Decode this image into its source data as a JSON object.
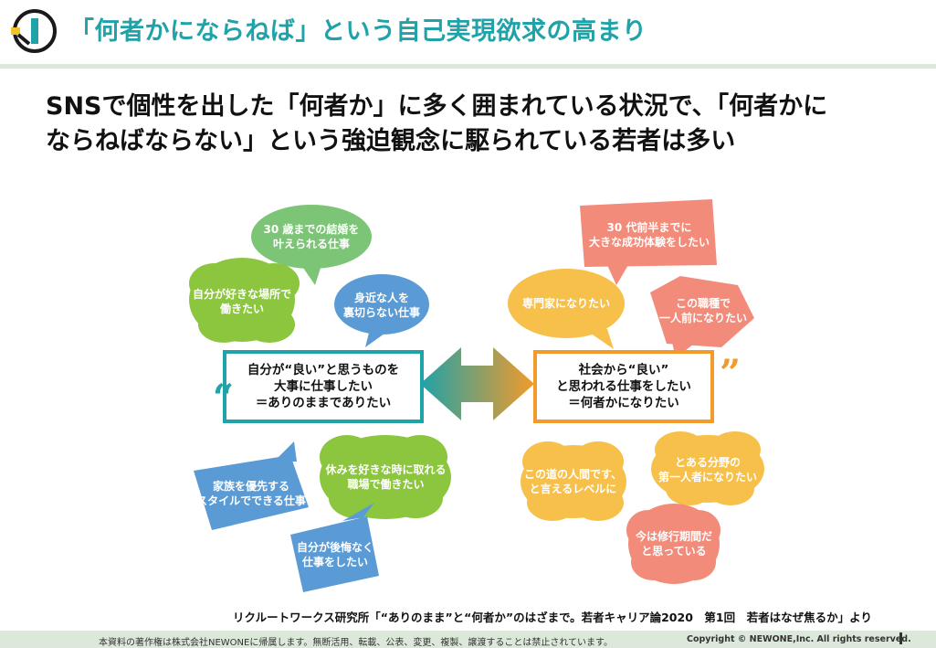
{
  "header": {
    "title": "「何者かにならねば」という自己実現欲求の高まり"
  },
  "subtitle": {
    "line1": "SNSで個性を出した「何者か」に多く囲まれている状況で、「何者かに",
    "line2": "ならねばならない」という強迫観念に駆られている若者は多い"
  },
  "diagram": {
    "left_box": {
      "text": "自分が“良い”と思うものを\n大事に仕事したい\n＝ありのままでありたい",
      "color": "#1fa2a8"
    },
    "right_box": {
      "text": "社会から“良い”\nと思われる仕事をしたい\n＝何者かになりたい",
      "color": "#f29b2b"
    },
    "left_bubbles": [
      {
        "text": "30 歳までの結婚を\n叶えられる仕事",
        "color": "#7cc576"
      },
      {
        "text": "自分が好きな場所で\n働きたい",
        "color": "#8cc63f"
      },
      {
        "text": "身近な人を\n裏切らない仕事",
        "color": "#5b9bd5"
      },
      {
        "text": "休みを好きな時に取れる\n職場で働きたい",
        "color": "#8cc63f"
      },
      {
        "text": "家族を優先する\nスタイルでできる仕事",
        "color": "#5b9bd5"
      },
      {
        "text": "自分が後悔なく\n仕事をしたい",
        "color": "#5b9bd5"
      }
    ],
    "right_bubbles": [
      {
        "text": "30 代前半までに\n大きな成功体験をしたい",
        "color": "#f28b7a"
      },
      {
        "text": "専門家になりたい",
        "color": "#f7c04a"
      },
      {
        "text": "この職種で\n一人前になりたい",
        "color": "#f28b7a"
      },
      {
        "text": "この道の人間です、\nと言えるレベルに",
        "color": "#f7c04a"
      },
      {
        "text": "とある分野の\n第一人者になりたい",
        "color": "#f7c04a"
      },
      {
        "text": "今は修行期間だ\nと思っている",
        "color": "#f28b7a"
      }
    ],
    "arrow_colors": {
      "left": "#1fa2a8",
      "right": "#f29b2b"
    }
  },
  "source": "リクルートワークス研究所「“ありのまま”と“何者か”のはざまで。若者キャリア論2020　第1回　若者はなぜ焦るか」より",
  "footer": {
    "notice": "本資料の著作権は株式会社NEWONEに帰属します。無断活用、転載、公表、変更、複製、譲渡することは禁止されています。",
    "copyright": "Copyright © NEWONE,Inc.  All rights reserved."
  }
}
